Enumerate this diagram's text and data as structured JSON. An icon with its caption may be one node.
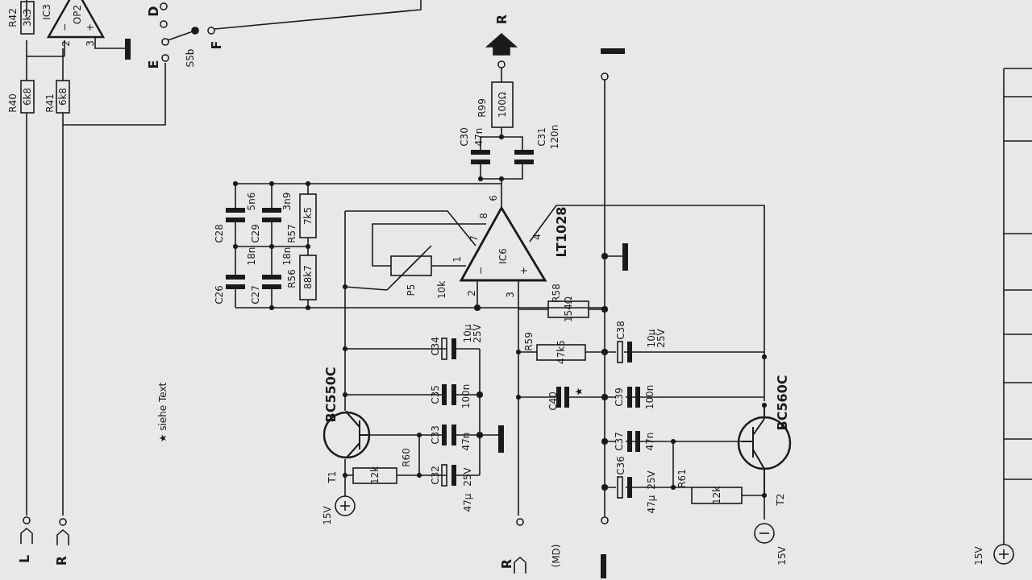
{
  "diagram": {
    "labels": [
      "R42",
      "3k3",
      "IC3",
      "OP2",
      "2",
      "3",
      "−",
      "+",
      "D",
      "E",
      "S5b",
      "F",
      "R40",
      "6k8",
      "R41",
      "6k8",
      "L",
      "R",
      "★ siehe Text",
      "C28",
      "5n6",
      "C29",
      "3n9",
      "R57",
      "7k5",
      "C26",
      "18n",
      "C27",
      "18n",
      "R56",
      "88k7",
      "P5",
      "10k",
      "1",
      "7",
      "8",
      "6",
      "IC6",
      "−",
      "+",
      "2",
      "3",
      "4",
      "LT1028",
      "C30",
      "47n",
      "C31",
      "120n",
      "R99",
      "100Ω",
      "R",
      "R58",
      "154Ω",
      "C34",
      "10µ",
      "25V",
      "R59",
      "47k5",
      "C38",
      "10µ",
      "25V",
      "BC550C",
      "C35",
      "100n",
      "C40",
      "★",
      "C39",
      "100n",
      "BC560C",
      "C33",
      "47n",
      "C37",
      "47n",
      "T1",
      "12k",
      "R60",
      "C32",
      "25V",
      "C36",
      "25V",
      "R61",
      "12k",
      "T2",
      "15V",
      "47µ",
      "47µ",
      "R",
      "(MD)",
      "15V",
      "15V"
    ]
  }
}
